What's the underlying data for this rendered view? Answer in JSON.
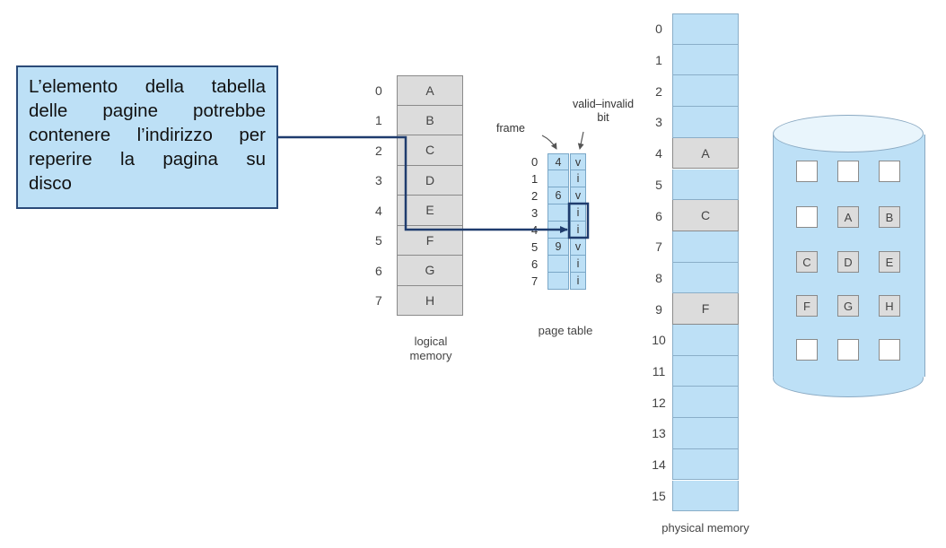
{
  "callout": {
    "lines": [
      "L’elemento della tabella",
      "delle pagine potrebbe",
      "contenere l’indirizzo per",
      "reperire la pagina su",
      "disco"
    ]
  },
  "logical_memory": {
    "caption_line1": "logical",
    "caption_line2": "memory",
    "indices": [
      "0",
      "1",
      "2",
      "3",
      "4",
      "5",
      "6",
      "7"
    ],
    "pages": [
      "A",
      "B",
      "C",
      "D",
      "E",
      "F",
      "G",
      "H"
    ]
  },
  "page_table": {
    "caption": "page table",
    "frame_label": "frame",
    "bit_label_line1": "valid–invalid",
    "bit_label_line2": "bit",
    "indices": [
      "0",
      "1",
      "2",
      "3",
      "4",
      "5",
      "6",
      "7"
    ],
    "frames": [
      "4",
      "",
      "6",
      "",
      "",
      "9",
      "",
      ""
    ],
    "bits": [
      "v",
      "i",
      "v",
      "i",
      "i",
      "v",
      "i",
      "i"
    ]
  },
  "physical_memory": {
    "caption": "physical memory",
    "indices": [
      "0",
      "1",
      "2",
      "3",
      "4",
      "5",
      "6",
      "7",
      "8",
      "9",
      "10",
      "11",
      "12",
      "13",
      "14",
      "15"
    ],
    "contents": [
      "",
      "",
      "",
      "",
      "A",
      "",
      "C",
      "",
      "",
      "F",
      "",
      "",
      "",
      "",
      "",
      ""
    ]
  },
  "disk": {
    "rows": [
      [
        "",
        "",
        ""
      ],
      [
        "",
        "A",
        "B"
      ],
      [
        "C",
        "D",
        "E"
      ],
      [
        "F",
        "G",
        "H"
      ],
      [
        "",
        "",
        ""
      ]
    ]
  },
  "colors": {
    "light_blue": "#bde0f6",
    "gray": "#dcdcdc",
    "arrow": "#1f3c6e"
  }
}
